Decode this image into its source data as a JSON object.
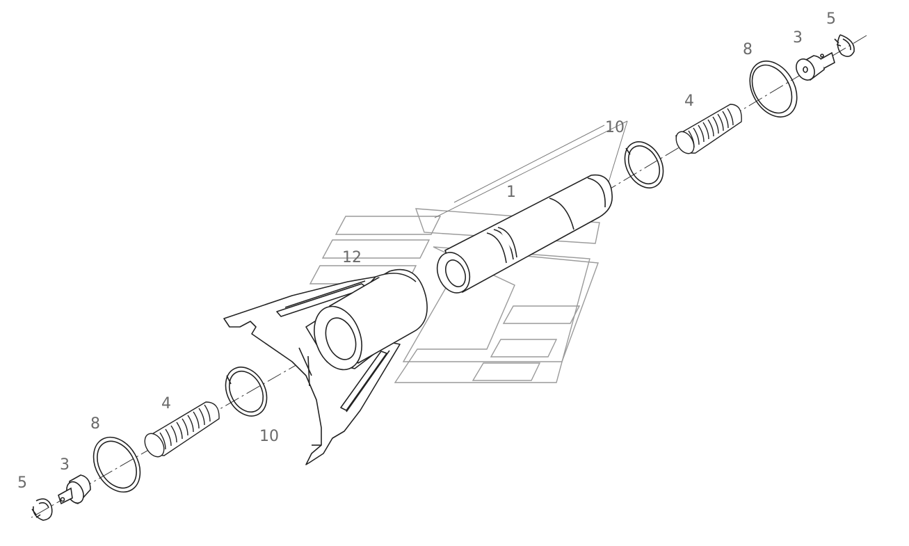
{
  "diagram": {
    "kind": "exploded-parts-drawing",
    "callouts": [
      {
        "id": "c1",
        "label": "1",
        "part": "shaft"
      },
      {
        "id": "c3a",
        "label": "3",
        "part": "end-cap-upper"
      },
      {
        "id": "c3b",
        "label": "3",
        "part": "end-cap-lower"
      },
      {
        "id": "c4a",
        "label": "4",
        "part": "spring-upper"
      },
      {
        "id": "c4b",
        "label": "4",
        "part": "spring-lower"
      },
      {
        "id": "c5a",
        "label": "5",
        "part": "circlip-upper"
      },
      {
        "id": "c5b",
        "label": "5",
        "part": "circlip-lower"
      },
      {
        "id": "c8a",
        "label": "8",
        "part": "washer-upper"
      },
      {
        "id": "c8b",
        "label": "8",
        "part": "washer-lower"
      },
      {
        "id": "c10a",
        "label": "10",
        "part": "snap-ring-upper"
      },
      {
        "id": "c10b",
        "label": "10",
        "part": "snap-ring-lower"
      },
      {
        "id": "c12",
        "label": "12",
        "part": "shift-fork"
      }
    ],
    "colors": {
      "line": "#222222",
      "leader": "#7a7a7a",
      "label": "#6a6a6a",
      "watermark": "#9a9a9a",
      "fill": "#ffffff"
    }
  }
}
